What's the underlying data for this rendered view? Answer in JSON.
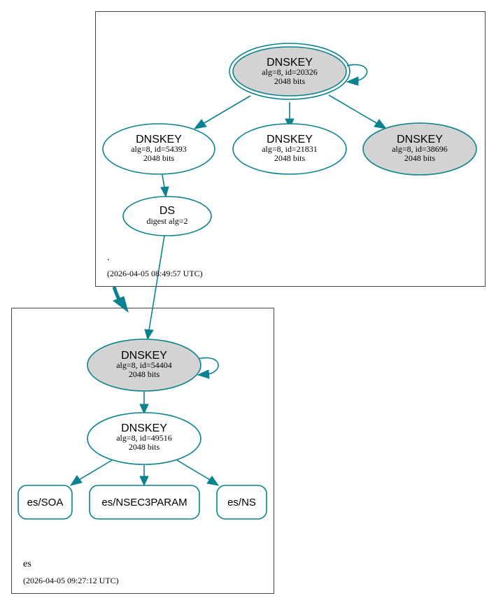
{
  "colors": {
    "edge": "#0a8290",
    "ksk_fill": "#d3d3d3",
    "node_fill": "#ffffff",
    "cluster_border": "#444444"
  },
  "root_zone": {
    "name": ".",
    "timestamp": "(2026-04-05 08:49:57 UTC)",
    "keys": [
      {
        "title": "DNSKEY",
        "params": "alg=8, id=20326",
        "size": "2048 bits"
      },
      {
        "title": "DNSKEY",
        "params": "alg=8, id=54393",
        "size": "2048 bits"
      },
      {
        "title": "DNSKEY",
        "params": "alg=8, id=21831",
        "size": "2048 bits"
      },
      {
        "title": "DNSKEY",
        "params": "alg=8, id=38696",
        "size": "2048 bits"
      }
    ],
    "ds": {
      "title": "DS",
      "params": "digest alg=2"
    }
  },
  "es_zone": {
    "name": "es",
    "timestamp": "(2026-04-05 09:27:12 UTC)",
    "keys": [
      {
        "title": "DNSKEY",
        "params": "alg=8, id=54404",
        "size": "2048 bits"
      },
      {
        "title": "DNSKEY",
        "params": "alg=8, id=49516",
        "size": "2048 bits"
      }
    ],
    "records": [
      "es/SOA",
      "es/NSEC3PARAM",
      "es/NS"
    ]
  }
}
